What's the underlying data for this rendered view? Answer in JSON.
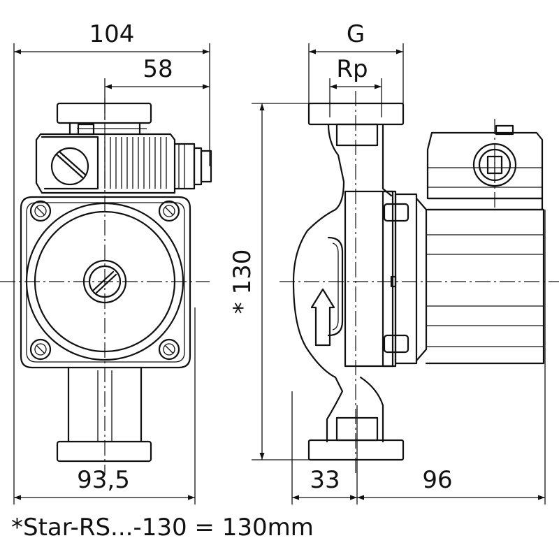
{
  "dimensions": {
    "width_overall": "104",
    "width_to_axis": "58",
    "bottom_width": "93,5",
    "connection_thread": "G",
    "inner_thread": "Rp",
    "install_length": "* 130",
    "depth_front": "33",
    "depth_motor": "96"
  },
  "footnote": "*Star-RS...-130 = 130mm"
}
